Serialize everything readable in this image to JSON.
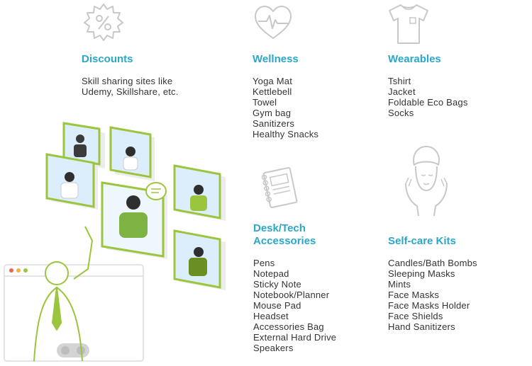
{
  "colors": {
    "heading": "#2aa7c9",
    "text": "#333333",
    "icon": "#c8c8c8",
    "accent": "#9bc53d"
  },
  "discounts": {
    "icon": "percent-badge-icon",
    "title": "Discounts",
    "lines": [
      "Skill sharing sites like",
      "Udemy, Skillshare, etc."
    ]
  },
  "wellness": {
    "icon": "heart-pulse-icon",
    "title": "Wellness",
    "items": [
      "Yoga Mat",
      "Kettlebell",
      "Towel",
      "Gym bag",
      "Sanitizers",
      "Healthy Snacks"
    ]
  },
  "wearables": {
    "icon": "tshirt-icon",
    "title": "Wearables",
    "items": [
      "Tshirt",
      "Jacket",
      "Foldable Eco Bags",
      "Socks"
    ]
  },
  "desk": {
    "icon": "notebook-icon",
    "title_lines": [
      "Desk/Tech",
      "Accessories"
    ],
    "items": [
      "Pens",
      "Notepad",
      "Sticky Note",
      "Notebook/Planner",
      "Mouse Pad",
      "Headset",
      "Accessories Bag",
      "External Hard Drive",
      "Speakers"
    ]
  },
  "selfcare": {
    "icon": "spa-face-icon",
    "title": "Self-care Kits",
    "items": [
      "Candles/Bath Bombs",
      "Sleeping Masks",
      "Mints",
      "Face Masks",
      "Face Masks Holder",
      "Face Shields",
      "Hand Sanitizers"
    ]
  },
  "illustration": {
    "name": "video-call-illustration"
  }
}
